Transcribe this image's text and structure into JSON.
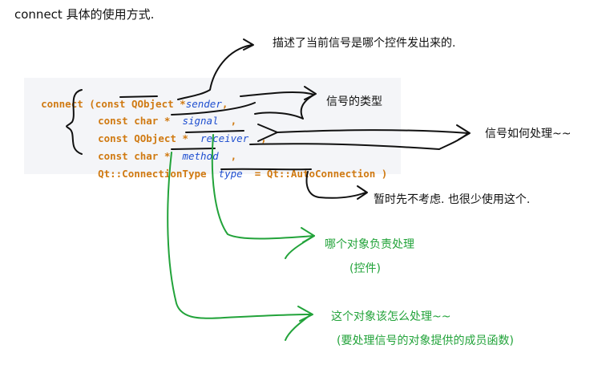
{
  "title": "connect 具体的使用方式.",
  "code": {
    "line1": {
      "prefix": "connect (",
      "type": "const QObject *",
      "param": "sender",
      "suffix": ","
    },
    "line2": {
      "type": "const char *",
      "param": "signal",
      "suffix": ","
    },
    "line3": {
      "type": "const QObject *",
      "param": "receiver",
      "suffix": ","
    },
    "line4": {
      "type": "const char *",
      "param": "method",
      "suffix": ","
    },
    "line5": {
      "type": "Qt::ConnectionType",
      "param": "type",
      "suffix": "= Qt::AutoConnection )"
    }
  },
  "annotations": {
    "sender_note": "描述了当前信号是哪个控件发出来的.",
    "signal_note": "信号的类型",
    "process_note": "信号如何处理~~",
    "type_note": "暂时先不考虑. 也很少使用这个.",
    "receiver_note": "哪个对象负责处理",
    "receiver_sub": "(控件)",
    "method_note": "这个对象该怎么处理~~",
    "method_sub": "(要处理信号的对象提供的成员函数)"
  },
  "colors": {
    "ink": "#111111",
    "green_ink": "#22a33a",
    "code_keyword": "#d07a12",
    "code_param": "#1f4fd0",
    "code_bg": "#f4f5f8"
  }
}
